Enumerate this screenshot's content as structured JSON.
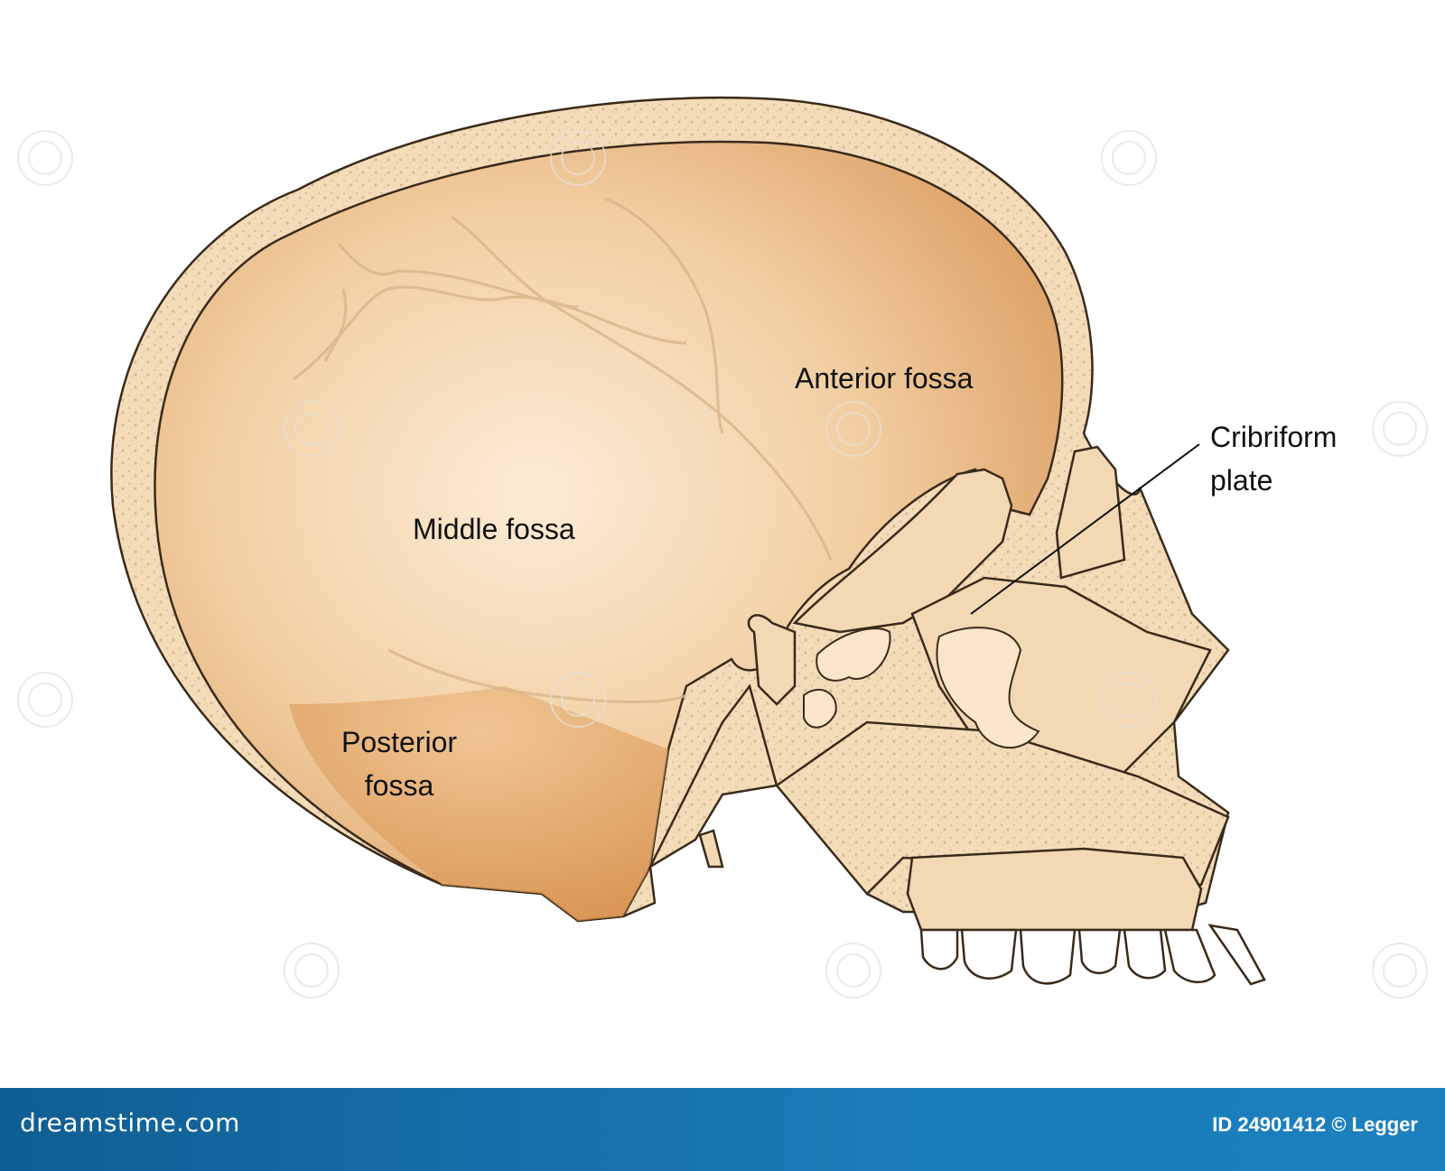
{
  "labels": {
    "anterior_fossa": "Anterior fossa",
    "middle_fossa": "Middle fossa",
    "posterior_fossa_line1": "Posterior",
    "posterior_fossa_line2": "fossa",
    "cribriform_line1": "Cribriform",
    "cribriform_line2": "plate"
  },
  "footer": {
    "brand": "dreamstime.com",
    "credit": "ID 24901412 © Legger"
  },
  "colors": {
    "bone": "#f2d9b3",
    "bone_outline": "#3a2a1a",
    "cavity_light": "#fbe8cf",
    "cavity_dark": "#d99a5a",
    "footer_bar": "#1a78b4"
  }
}
